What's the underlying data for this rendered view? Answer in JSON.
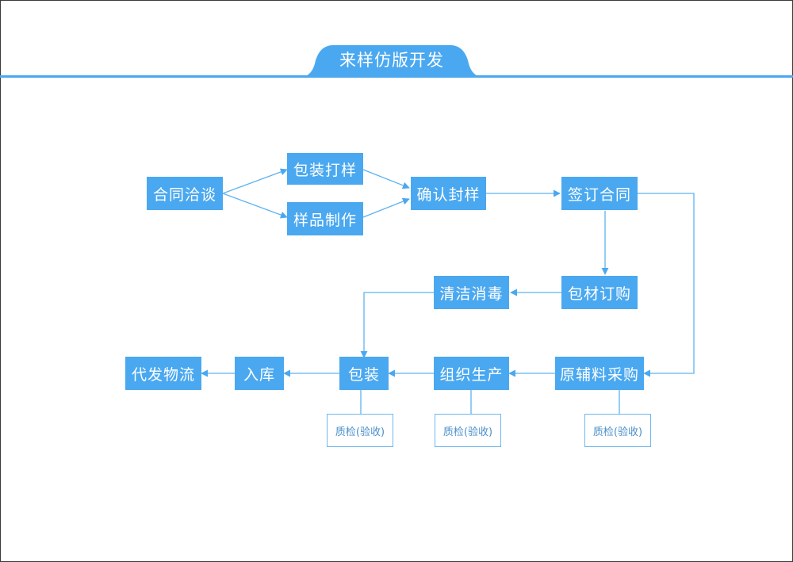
{
  "title": "来样仿版开发",
  "colors": {
    "primary": "#4aa8f0",
    "line": "#5db3f0",
    "qc_text": "#4a8fca"
  },
  "nodes": {
    "n1": "合同洽谈",
    "n2": "包装打样",
    "n3": "样品制作",
    "n4": "确认封样",
    "n5": "签订合同",
    "n6": "包材订购",
    "n7": "清洁消毒",
    "n8": "原辅料采购",
    "n9": "组织生产",
    "n10": "包装",
    "n11": "入库",
    "n12": "代发物流"
  },
  "qc": {
    "q1": "质检(验收)",
    "q2": "质检(验收)",
    "q3": "质检(验收)"
  }
}
